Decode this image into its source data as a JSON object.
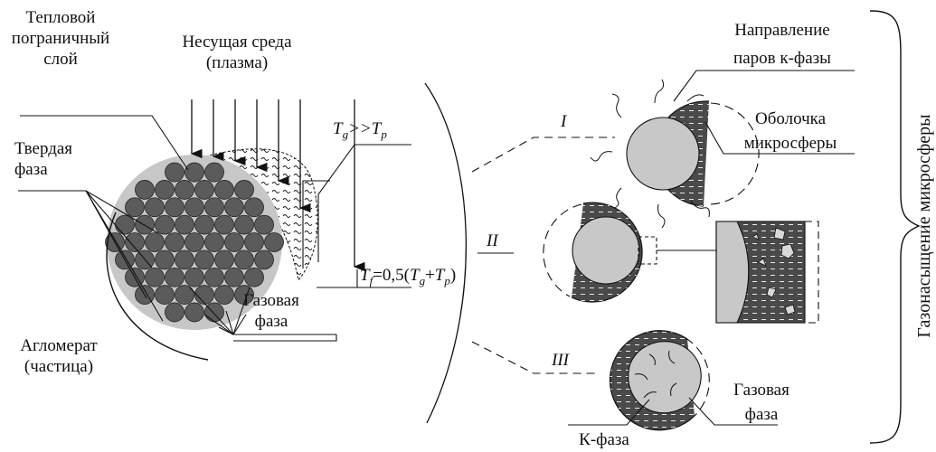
{
  "colors": {
    "ink": "#111111",
    "shell_dark": "#4a4a4a",
    "particle": "#5b5b5b",
    "core_light": "#c8c8c8",
    "agglomerate_bg": "#c7c7c7"
  },
  "left": {
    "thermal_layer": [
      "Тепловой",
      "пограничный",
      "слой"
    ],
    "carrier": [
      "Несущая среда",
      "(плазма)"
    ],
    "solid_phase": [
      "Твердая",
      "фаза"
    ],
    "gas_phase": [
      "Газовая",
      "фаза"
    ],
    "agglomerate": [
      "Агломерат",
      "(частица)"
    ],
    "tg_T": "T",
    "tg_g": "g",
    "tg_op": ">>",
    "tg_T2": "T",
    "tg_p": "p",
    "tf_T": "T",
    "tf_f": "f",
    "tf_eq": "=0,5(",
    "tf_T2": "T",
    "tf_g": "g",
    "tf_plus": "+",
    "tf_T3": "T",
    "tf_p": "p",
    "tf_close": ")"
  },
  "right": {
    "vapor_direction": [
      "Направление",
      "паров к-фазы"
    ],
    "shell": [
      "Оболочка",
      "микросферы"
    ],
    "gas_phase": [
      "Газовая",
      "фаза"
    ],
    "k_phase": "К-фаза",
    "roman": [
      "I",
      "II",
      "III"
    ]
  },
  "side_title": "Газонасыщение микросферы",
  "icons": {
    "arrows": "down-arrow-icon",
    "brace": "right-brace-icon"
  }
}
